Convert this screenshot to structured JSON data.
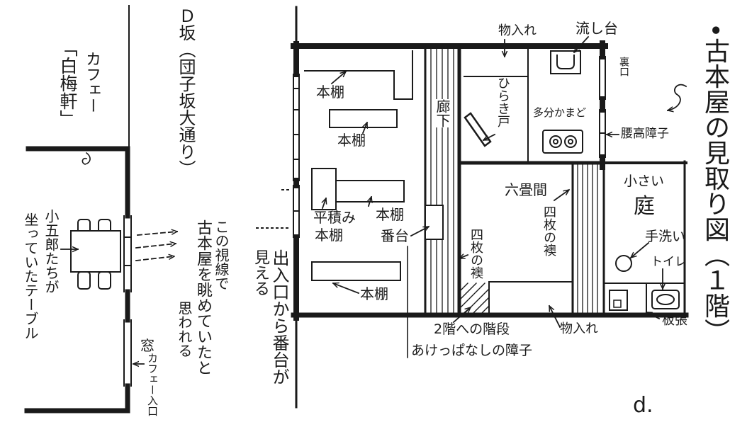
{
  "figure": {
    "title": "•古本屋の見取り図（１階）",
    "label": "d."
  },
  "cafe": {
    "name_prefix": "カフェー",
    "name": "「白梅軒」",
    "table_note": [
      "小五郎たちが",
      "坐っていたテーブル"
    ],
    "window": "窓",
    "entrance": "カフェー入口"
  },
  "street": "Ｄ坂（団子坂大通り）",
  "sightline_note": [
    "この視線で",
    "古本屋を眺めていたと",
    "思われる"
  ],
  "entrance_note": [
    "出入口から番台が",
    "見える"
  ],
  "shop": {
    "shelves": [
      "本棚",
      "本棚",
      "本棚",
      "本棚"
    ],
    "flat_shelf": [
      "平積み",
      "本棚"
    ],
    "counter": "番台",
    "corridor": "廊下"
  },
  "kitchen": {
    "storage": "物入れ",
    "sink": "流し台",
    "door": "ひらき戸",
    "stove": "多分かまど",
    "back_door": "裏口",
    "window": "腰高障子"
  },
  "room": {
    "name": "六畳間",
    "fusuma_left": "四枚の襖",
    "fusuma_right": "四枚の襖",
    "stairs": "2階への階段",
    "storage": "物入れ",
    "shoji": "あけっぱなしの障子"
  },
  "garden": {
    "label": [
      "小さい",
      "庭"
    ],
    "washbasin": "手洗い",
    "toilet": "トイレ",
    "floor": "板張"
  },
  "colors": {
    "ink": "#1a1a1a",
    "paper": "#ffffff"
  }
}
